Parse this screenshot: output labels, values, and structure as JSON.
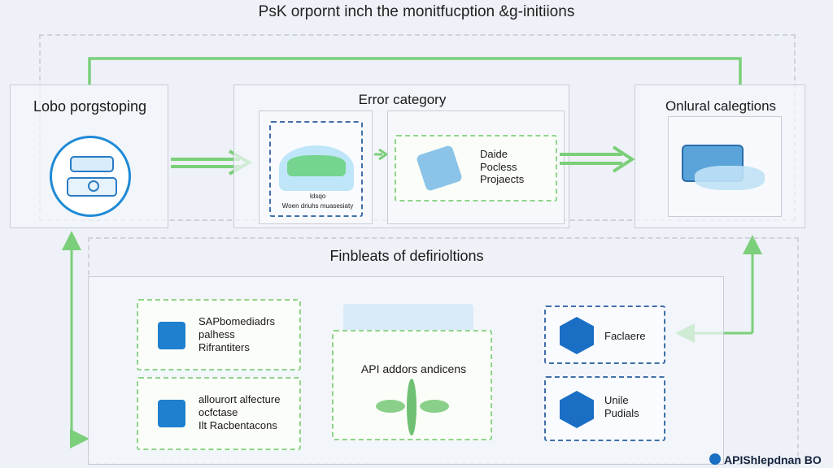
{
  "title": "PsK orpornt inch the monitfucption &g-initiions",
  "left_panel": {
    "label": "Lobo porgstoping"
  },
  "center_panel": {
    "label": "Error category",
    "card_left": {
      "line1": "Idsqo",
      "line2": "Woen driuhs muasesiaty"
    },
    "card_right": {
      "lines": [
        "Daide",
        "Pocless",
        "Projaects"
      ]
    }
  },
  "right_panel": {
    "label": "Onlural calegtions"
  },
  "bottom_section": {
    "label": "Finbleats of defirioltions",
    "box1": {
      "lines": [
        "SAPbomediadrs",
        "palhess",
        "Rifrantiters"
      ]
    },
    "box2": {
      "lines": [
        "allourort alfecture",
        "ocfctase",
        "Ilt Racbentacons"
      ]
    },
    "center_box": {
      "label": "API addors andicens"
    },
    "right_box1": {
      "label": "Faclaere"
    },
    "right_box2": {
      "lines": [
        "Unile",
        "Pudials"
      ]
    }
  },
  "watermark": "APIShlepdnan BO",
  "colors": {
    "accent_green": "#7bcf7a",
    "accent_blue": "#1a6fc4",
    "background": "#eef1f7"
  }
}
